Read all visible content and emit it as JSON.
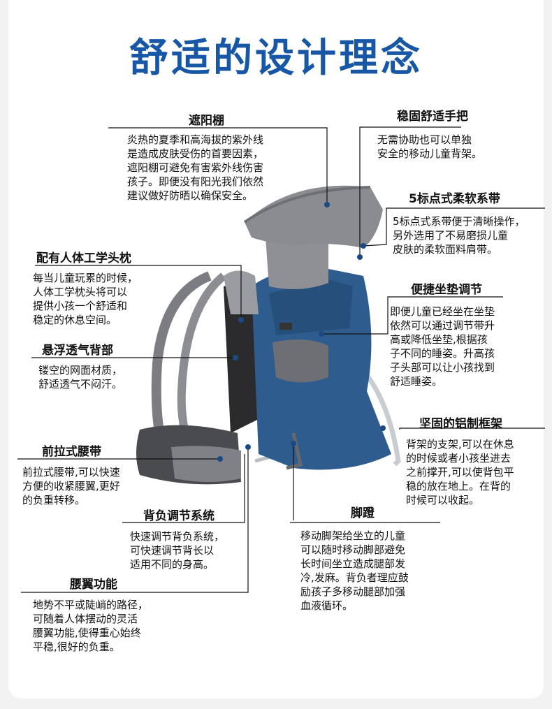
{
  "page": {
    "title": "舒适的设计理念"
  },
  "features": {
    "sunshade": {
      "title": "遮阳棚",
      "desc": "炎热的夏季和高海拔的紫外线\n是造成皮肤受伤的首要因素，\n遮阳棚可避免有害紫外线伤害\n孩子。即便没有阳光我们依然\n建议做好防晒以确保安全。"
    },
    "handle": {
      "title": "稳固舒适手把",
      "desc": "无需协助也可以单独\n安全的移动儿童背架。"
    },
    "harness": {
      "title": "5标点式柔软系带",
      "desc": "5标点式系带便于清晰操作，\n另外选用了不易磨损儿童\n皮肤的柔软面料肩带。"
    },
    "headrest": {
      "title": "配有人体工学头枕",
      "desc": "每当儿童玩累的时候，\n人体工学枕头将可以\n提供小孩一个舒适和\n稳定的休息空间。"
    },
    "seat": {
      "title": "便捷坐垫调节",
      "desc": "即便儿童已经坐在坐垫\n依然可以通过调节带升\n高或降低坐垫,根据孩\n子不同的睡姿。升高孩\n子头部可以让小孩找到\n舒适睡姿。"
    },
    "back": {
      "title": "悬浮透气背部",
      "desc": "镂空的网面材质，\n舒适透气不闷汗。"
    },
    "frame": {
      "title": "坚固的铝制框架",
      "desc": "背架的支架,可以在休息\n的时候或者小孩坐进去\n之前撑开,可以使背包平\n稳的放在地上。在背的\n时候可以收起。"
    },
    "beltfront": {
      "title": "前拉式腰带",
      "desc": "前拉式腰带,可以快速\n方便的收紧腰翼,更好\n的负重转移。"
    },
    "adjust": {
      "title": "背负调节系统",
      "desc": "快速调节背负系统，\n可快速调节背长以\n适用不同的身高。"
    },
    "stirrup": {
      "title": "脚蹬",
      "desc": "移动脚架给坐立的儿童\n可以随时移动脚部避免\n长时间坐立造成腿部发\n冷,发麻。背负者理应鼓\n励孩子多移动腿部加强\n血液循环。"
    },
    "hipwing": {
      "title": "腰翼功能",
      "desc": "地势不平或陡峭的路径，\n可随着人体摆动的灵活\n腰翼功能,使得重心始终\n平稳,很好的负重。"
    }
  },
  "colors": {
    "title_blue": "#1757a6",
    "carrier_blue": "#2e5c8e",
    "carrier_grey": "#7b7d82",
    "frame_silver": "#c9ccd1"
  }
}
